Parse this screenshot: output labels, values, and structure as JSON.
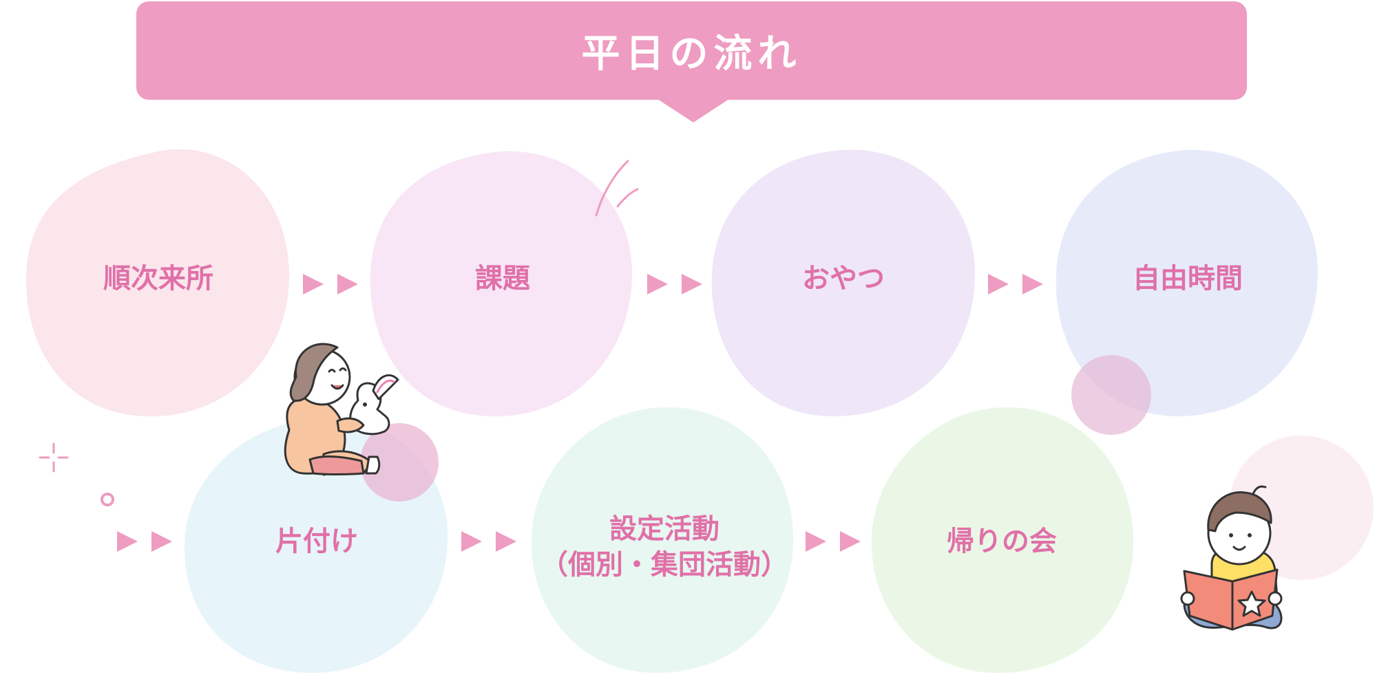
{
  "header": {
    "title": "平日の流れ"
  },
  "flow": {
    "steps": [
      {
        "label": "順次来所",
        "color": "#fbe6ec"
      },
      {
        "label": "課題",
        "color": "#f8e6f6"
      },
      {
        "label": "おやつ",
        "color": "#efe6f8"
      },
      {
        "label": "自由時間",
        "color": "#e7ebf9"
      },
      {
        "label": "片付け",
        "color": "#e7f4fa"
      },
      {
        "label": "設定活動",
        "label2": "（個別・集団活動）",
        "color": "#e8f7f1"
      },
      {
        "label": "帰りの会",
        "color": "#eaf7e7"
      }
    ],
    "arrow_color": "#ee9cc1",
    "text_color": "#e070a8"
  },
  "illustrations": [
    "girl-with-rabbit-illustration",
    "boy-reading-book-illustration"
  ]
}
